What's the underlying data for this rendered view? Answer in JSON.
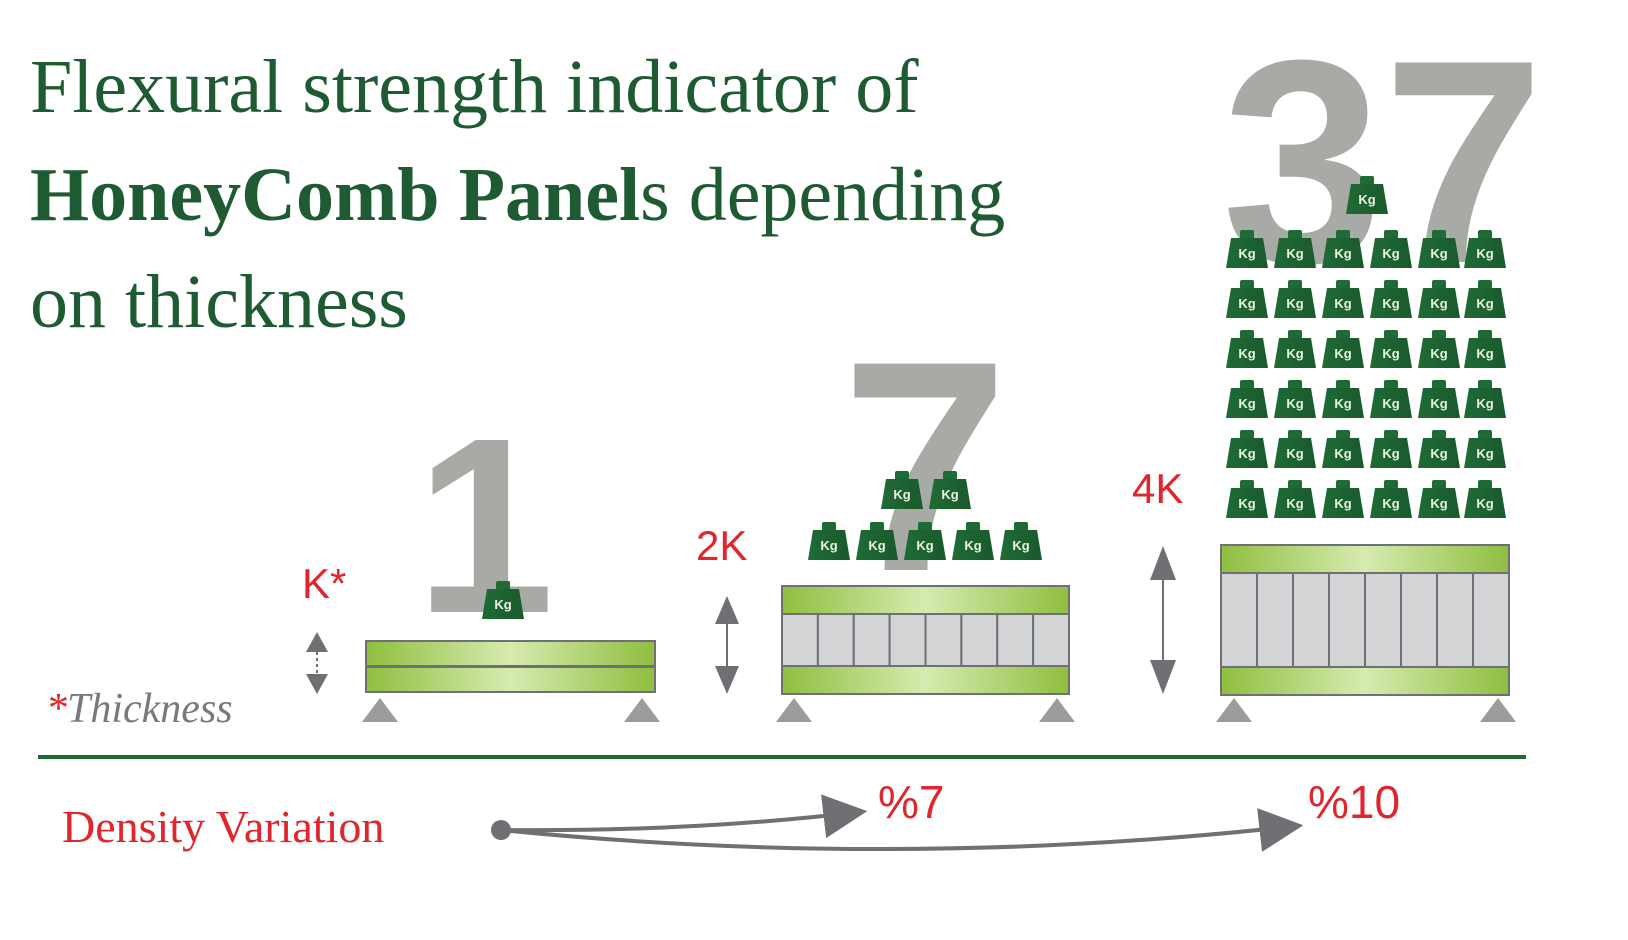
{
  "title": {
    "line1": "Flexural strength indicator of",
    "line2_bold": "HoneyComb Panel",
    "line2_rest": "s depending",
    "line3": "on thickness"
  },
  "colors": {
    "green_dark": "#1f6b35",
    "title_green": "#1e5a32",
    "gray_big": "#a8aaa6",
    "red": "#e0252c",
    "gray_text": "#777a7c",
    "panel_light": "#c4e08e",
    "panel_mid": "#8fbe3f",
    "core_fill": "#d3d4d6",
    "core_stroke": "#6e7073",
    "support_gray": "#9a9c9e",
    "arrow_gray": "#6e7073"
  },
  "weight_label": "Kg",
  "thickness_note": {
    "asterisk": "*",
    "label": "Thickness"
  },
  "density": {
    "label": "Density Variation",
    "values": [
      "%7",
      "%10"
    ]
  },
  "panels": [
    {
      "multiplier": 1,
      "weights": 1,
      "thickness": "K*",
      "core_cells": 0
    },
    {
      "multiplier": 7,
      "weights": 7,
      "thickness": "2K",
      "core_cells": 8
    },
    {
      "multiplier": 37,
      "weights": 37,
      "thickness": "4K",
      "core_cells": 8
    }
  ]
}
